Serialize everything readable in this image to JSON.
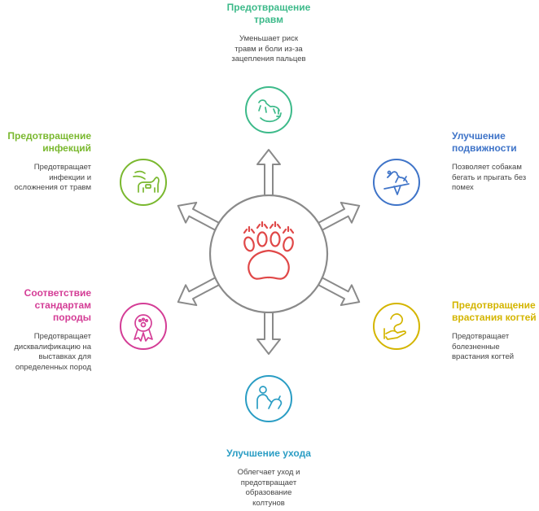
{
  "benefits": [
    {
      "id": "injury",
      "title": "Предотвращение\nтравм",
      "description": "Уменьшает риск\nтравм и боли из-за\nзацепления пальцев",
      "color": "#3dba8a",
      "icon": "dog-stretching-icon"
    },
    {
      "id": "mobility",
      "title": "Улучшение\nподвижности",
      "description": "Позволяет собакам\nбегать и прыгать без\nпомех",
      "color": "#3f74c8",
      "icon": "dog-jumping-icon"
    },
    {
      "id": "ingrown",
      "title": "Предотвращение\nврастания когтей",
      "description": "Предотвращает\nболезненные\nврастания когтей",
      "color": "#d4b500",
      "icon": "hand-paw-icon"
    },
    {
      "id": "grooming",
      "title": "Улучшение ухода",
      "description": "Облегчает уход и\nпредотвращает\nобразование\nколтунов",
      "color": "#2a9dc4",
      "icon": "person-dog-icon"
    },
    {
      "id": "breed",
      "title": "Соответствие\nстандартам\nпороды",
      "description": "Предотвращает\nдисквалификацию на\nвыставках для\nопределенных пород",
      "color": "#d43d96",
      "icon": "award-ribbon-icon"
    },
    {
      "id": "infection",
      "title": "Предотвращение\nинфекций",
      "description": "Предотвращает\nинфекции и\nосложнения от травм",
      "color": "#7ab82f",
      "icon": "dog-care-icon"
    }
  ],
  "center": {
    "icon": "paw-icon",
    "color": "#e04848"
  }
}
